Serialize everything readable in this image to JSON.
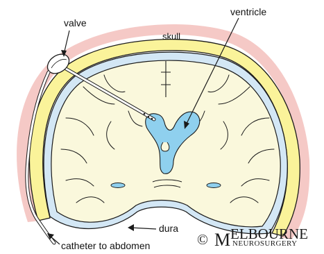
{
  "labels": {
    "valve": "valve",
    "ventricle": "ventricle",
    "skull": "skull",
    "dura": "dura",
    "catheter": "catheter to abdomen"
  },
  "watermark": {
    "copyright": "©",
    "brand_initial": "M",
    "brand_rest": "ELBOURNE",
    "brand_sub": "NEUROSURGERY"
  },
  "colors": {
    "scalp": "#f5c9c6",
    "skull": "#faf39a",
    "dura_fluid": "#d3e7f5",
    "brain": "#faf8dc",
    "ventricle": "#8fd0ee",
    "outline": "#1a1a1a"
  }
}
